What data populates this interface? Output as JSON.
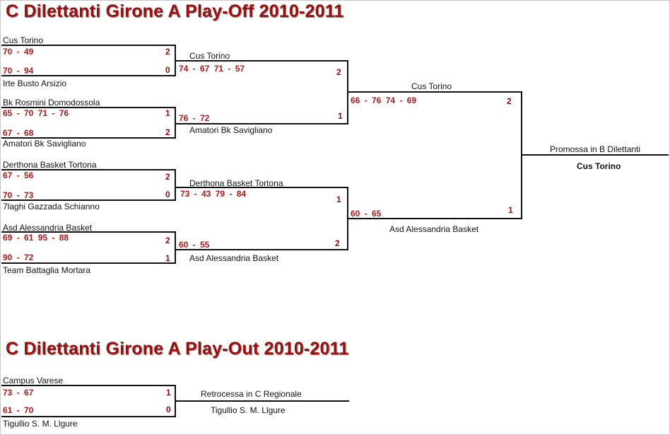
{
  "playoff": {
    "title": "C Dilettanti Girone A Play-Off  2010-2011",
    "r1": [
      {
        "top": "Cus Torino",
        "top_score": "70 - 49",
        "top_wins": "2",
        "bottom": "Irte Busto Arsizio",
        "bottom_score": "70 - 94",
        "bottom_wins": "0"
      },
      {
        "top": "Bk Rosmini Domodossola",
        "top_score": "65 - 70   71 - 76",
        "top_wins": "1",
        "bottom": "Amatori Bk Savigliano",
        "bottom_score": "67 - 68",
        "bottom_wins": "2"
      },
      {
        "top": "Derthona Basket Tortona",
        "top_score": "67 - 56",
        "top_wins": "2",
        "bottom": "7laghi Gazzada Schianno",
        "bottom_score": "70 - 73",
        "bottom_wins": "0"
      },
      {
        "top": "Asd Alessandria Basket",
        "top_score": "69 - 61   95 - 88",
        "top_wins": "2",
        "bottom": "Team Battaglia Mortara",
        "bottom_score": "90 - 72",
        "bottom_wins": "1"
      }
    ],
    "r2": [
      {
        "top": "Cus Torino",
        "top_score": "74 - 67   71 - 57",
        "top_wins": "2",
        "bottom": "Amatori Bk Savigliano",
        "bottom_score": "76 - 72",
        "bottom_wins": "1"
      },
      {
        "top": "Derthona Basket Tortona",
        "top_score": "73 - 43   79 - 84",
        "top_wins": "1",
        "bottom": "Asd Alessandria Basket",
        "bottom_score": "60 - 55",
        "bottom_wins": "2"
      }
    ],
    "final": {
      "top": "Cus Torino",
      "top_score": "66 - 76   74 - 69",
      "top_wins": "2",
      "bottom": "Asd Alessandria Basket",
      "bottom_score": "60 - 65",
      "bottom_wins": "1"
    },
    "result_label": "Promossa in B Dilettanti",
    "result_team": "Cus Torino"
  },
  "playout": {
    "title": "C Dilettanti Girone A Play-Out  2010-2011",
    "match": {
      "top": "Campus Varese",
      "top_score": "73 - 67",
      "top_wins": "1",
      "bottom": "Tigullio S. M. Llgure",
      "bottom_score": "61 - 70",
      "bottom_wins": "0"
    },
    "result_label": "Retrocessa in C Regionale",
    "result_team": "Tigullio S. M. Llgure"
  },
  "colors": {
    "title": "#9b0f0f",
    "score": "#b01818",
    "line": "#111111"
  }
}
